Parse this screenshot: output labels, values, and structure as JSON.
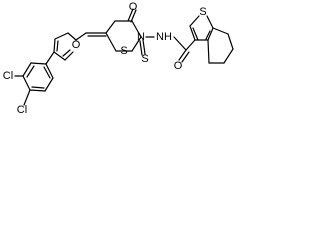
{
  "structure": {
    "atoms": {
      "o_carbonyl_ring": "O",
      "n_ring": "N",
      "nh": "NH",
      "o_amide": "O",
      "s_ring": "S",
      "s_thione": "S",
      "o_furan": "O",
      "s_thiophene": "S",
      "cl_top": "Cl",
      "cl_bottom": "Cl"
    }
  }
}
